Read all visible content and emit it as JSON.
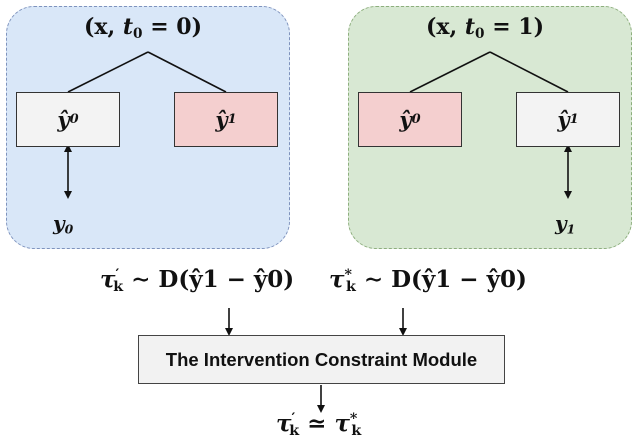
{
  "left_panel": {
    "root": "(x, t0 = 0)",
    "root_parts": {
      "x": "x",
      "t": "t",
      "t_sub": "0",
      "eq": "= 0"
    },
    "node_a": "ŷ0",
    "node_a_parts": {
      "var": "ŷ",
      "sub": "0"
    },
    "node_b": "ŷ1",
    "node_b_parts": {
      "var": "ŷ",
      "sub": "1"
    },
    "observed": "y0",
    "observed_parts": {
      "var": "y",
      "sub": "0"
    },
    "colors": {
      "fill": "#d9e7f8",
      "border": "#7f93bd",
      "node_a": "#f3f3f3",
      "node_b": "#f4cfcf"
    }
  },
  "right_panel": {
    "root": "(x, t0 = 1)",
    "root_parts": {
      "x": "x",
      "t": "t",
      "t_sub": "0",
      "eq": "= 1"
    },
    "node_a": "ŷ0",
    "node_a_parts": {
      "var": "ŷ",
      "sub": "0"
    },
    "node_b": "ŷ1",
    "node_b_parts": {
      "var": "ŷ",
      "sub": "1"
    },
    "observed": "y1",
    "observed_parts": {
      "var": "y",
      "sub": "1"
    },
    "colors": {
      "fill": "#d8e8d3",
      "border": "#8dae7d",
      "node_a": "#f4cfcf",
      "node_b": "#f3f3f3"
    }
  },
  "left_formula": {
    "tau": "τ",
    "sub": "k",
    "sup": "′",
    "rest": "∼ D(ŷ1 − ŷ0)"
  },
  "right_formula": {
    "tau": "τ",
    "sub": "k",
    "sup": "*",
    "rest": "∼ D(ŷ1 − ŷ0)"
  },
  "module": {
    "label": "The Intervention Constraint Module"
  },
  "output_formula": {
    "text": "τ′k ≃ τ*k",
    "tau1": "τ",
    "tau1_sub": "k",
    "tau1_sup": "′",
    "relation": "≃",
    "tau2": "τ",
    "tau2_sub": "k",
    "tau2_sup": "*"
  }
}
